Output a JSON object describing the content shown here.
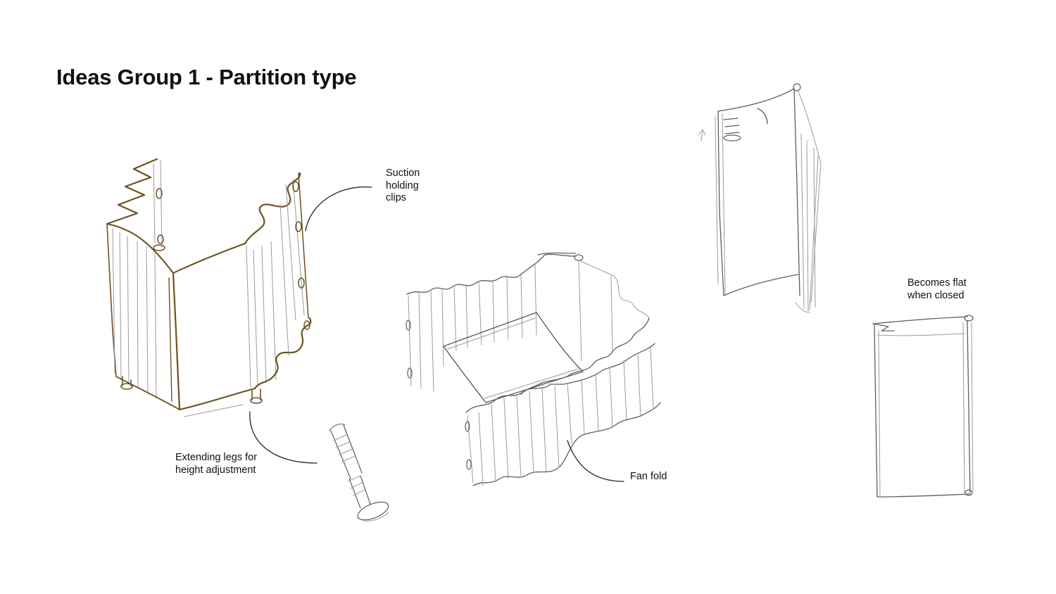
{
  "page": {
    "title": "Ideas Group 1 - Partition type"
  },
  "annotations": {
    "suction_clips": [
      "Suction",
      "holding",
      "clips"
    ],
    "extending_legs": [
      "Extending legs for",
      "height adjustment"
    ],
    "fan_fold": [
      "Fan fold"
    ],
    "becomes_flat": [
      "Becomes flat",
      "when closed"
    ]
  },
  "colors": {
    "background": "#ffffff",
    "text": "#111111",
    "brown_ink": "#6b5220",
    "pencil": "#9a9a9a",
    "leader_line": "#222222"
  }
}
